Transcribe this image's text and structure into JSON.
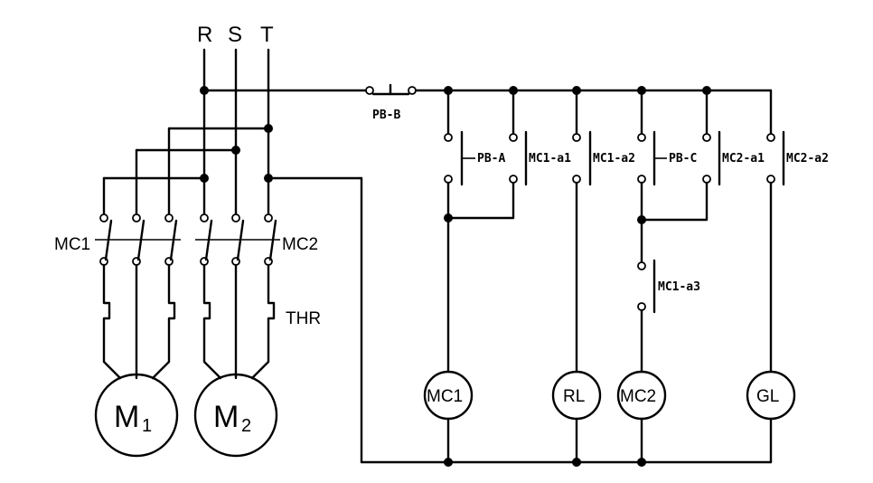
{
  "phases": {
    "r": "R",
    "s": "S",
    "t": "T"
  },
  "contactors": {
    "mc1": "MC1",
    "mc2": "MC2"
  },
  "overload": "THR",
  "motors": {
    "m1": {
      "main": "M",
      "sub": "1"
    },
    "m2": {
      "main": "M",
      "sub": "2"
    }
  },
  "buttons": {
    "pb_b": "PB-B",
    "pb_a": "PB-A",
    "pb_c": "PB-C"
  },
  "contacts": {
    "mc1_a1": "MC1-a1",
    "mc1_a2": "MC1-a2",
    "mc2_a1": "MC2-a1",
    "mc2_a2": "MC2-a2",
    "mc1_a3": "MC1-a3"
  },
  "loads": {
    "mc1": "MC1",
    "rl": "RL",
    "mc2": "MC2",
    "gl": "GL"
  }
}
